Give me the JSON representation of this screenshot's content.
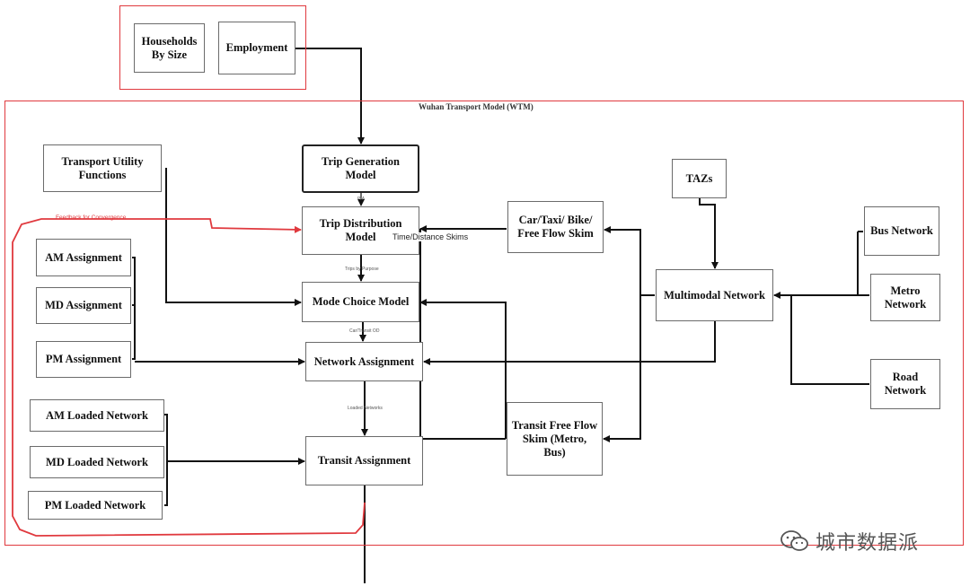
{
  "colors": {
    "frame": "#e0393e",
    "feedback": "#e0393e",
    "line": "#111111",
    "box_border": "#6b6b6b"
  },
  "model_title": "Wuhan Transport Model (WTM)",
  "inputs": {
    "households": "Households By Size",
    "employment": "Employment"
  },
  "boxes": {
    "utility": "Transport Utility Functions",
    "trip_generation": "Trip Generation Model",
    "trip_distribution": "Trip Distribution Model",
    "mode_choice": "Mode Choice Model",
    "network_assignment": "Network Assignment",
    "transit_assignment": "Transit Assignment",
    "car_skim": "Car/Taxi/ Bike/ Free Flow Skim",
    "transit_skim": "Transit  Free Flow Skim (Metro, Bus)",
    "tazs": "TAZs",
    "multimodal": "Multimodal Network",
    "bus_network": "Bus  Network",
    "metro_network": "Metro Network",
    "road_network": "Road Network"
  },
  "assignments": [
    "AM Assignment",
    "MD Assignment",
    "PM Assignment"
  ],
  "loaded_networks": [
    "AM  Loaded Network",
    "MD Loaded Network",
    "PM Loaded Network"
  ],
  "labels": {
    "feedback": "Feedback for Convergence",
    "skims": "Time/Distance Skims",
    "pa": "P/A",
    "trips_by_purpose": "Trips by Purpose",
    "car_transit_od": "Car/Transit OD",
    "loaded_networks": "Loaded Networks"
  },
  "watermark": {
    "icon": "wechat-icon",
    "text": "城市数据派"
  }
}
